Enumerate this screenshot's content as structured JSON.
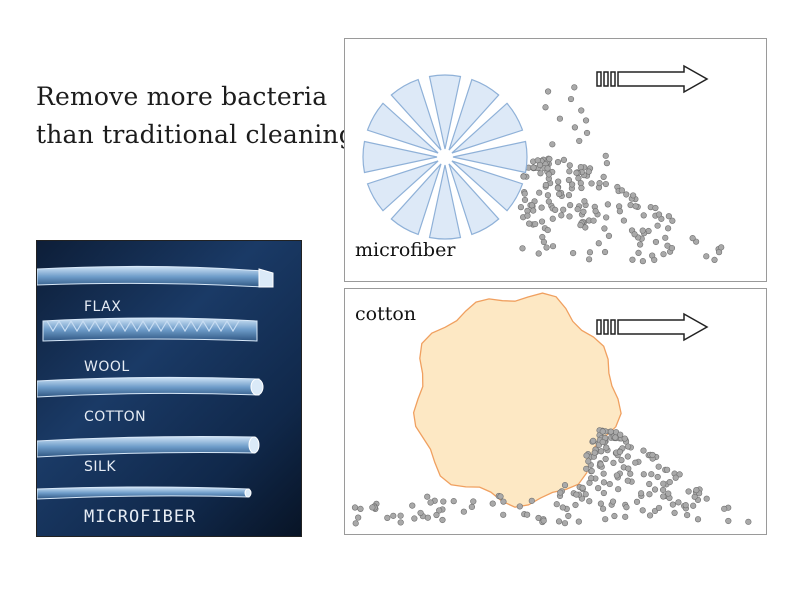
{
  "headline": {
    "line1": "Remove more bacteria",
    "line2": "than traditional cleaning"
  },
  "fiber_photo": {
    "labels": [
      "FLAX",
      "WOOL",
      "COTTON",
      "SILK",
      "MICROFIBER"
    ]
  },
  "panels": {
    "microfiber": {
      "label": "microfiber",
      "shape_color": "#dde9f7",
      "shape_stroke": "#8fb1d8",
      "arrow_direction": "right"
    },
    "cotton": {
      "label": "cotton",
      "shape_color": "#fde8c4",
      "shape_stroke": "#f0a060",
      "arrow_direction": "right"
    }
  },
  "colors": {
    "particle": "#a9a9a9",
    "particle_stroke": "#707070"
  }
}
